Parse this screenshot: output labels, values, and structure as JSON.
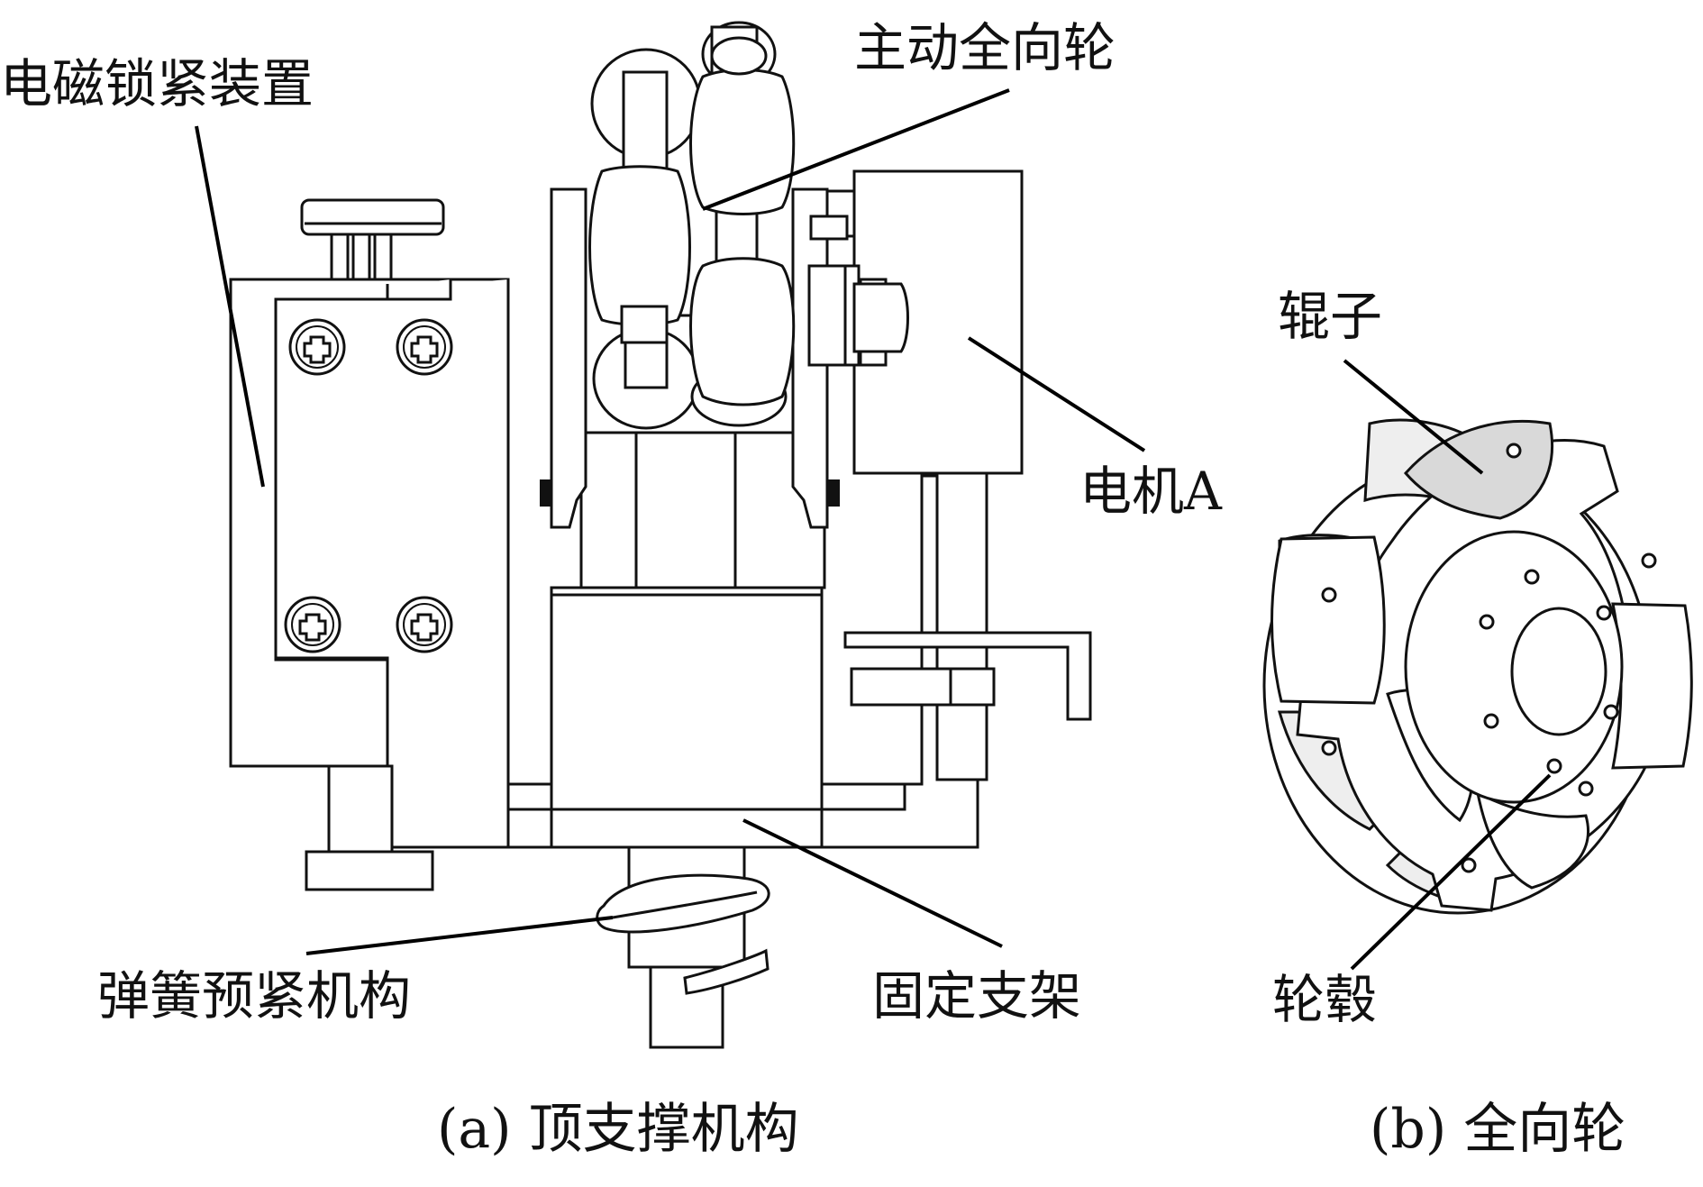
{
  "labels": {
    "electromagnetic_lock": "电磁锁紧装置",
    "active_omni_wheel": "主动全向轮",
    "motor_a": "电机A",
    "spring_preload": "弹簧预紧机构",
    "fixed_bracket": "固定支架",
    "roller": "辊子",
    "hub": "轮毂"
  },
  "captions": {
    "a": "(a) 顶支撑机构",
    "b": "(b) 全向轮"
  }
}
